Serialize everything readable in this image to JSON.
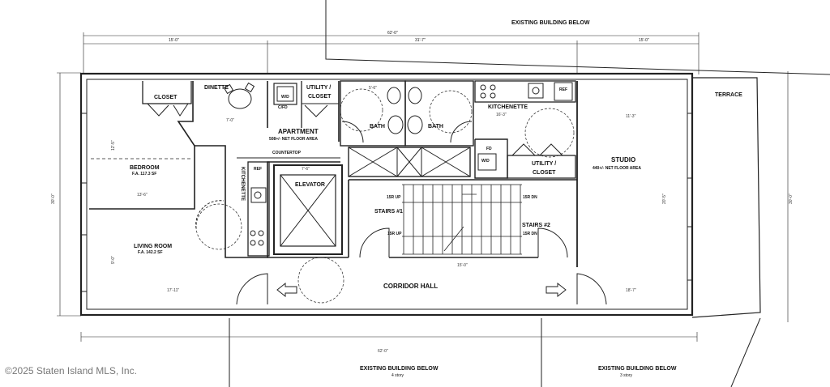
{
  "labels": {
    "existing_top": "EXISTING BUILDING BELOW",
    "existing_bottom_left": "EXISTING BUILDING BELOW",
    "existing_bottom_left_sub": "4 story",
    "existing_bottom_right": "EXISTING BUILDING BELOW",
    "existing_bottom_right_sub": "3 story",
    "terrace": "TERRACE",
    "closet": "CLOSET",
    "dinette": "DINETTE",
    "wd_left": "W/D",
    "cfd": "C/FD",
    "utility_closet_left_1": "UTILITY /",
    "utility_closet_left_2": "CLOSET",
    "apartment": "APARTMENT",
    "apartment_area": "508+/- NET FLOOR AREA",
    "bath_left": "BATH",
    "bath_right": "BATH",
    "kitchenette_right": "KITCHENETTE",
    "countertop": "COUNTERTOP",
    "kitchenette_left": "KITCHENETTE",
    "ref_left": "REF",
    "ref_right": "REF",
    "bedroom": "BEDROOM",
    "bedroom_area": "F.A. 117.3 SF",
    "elevator": "ELEVATOR",
    "stairs1": "STAIRS #1",
    "stairs2": "STAIRS #2",
    "up_a": "15R UP",
    "up_b": "15R UP",
    "dn_a": "15R DN",
    "dn_b": "15R DN",
    "fd": "FD",
    "wd_right": "W/D",
    "utility_closet_right_1": "UTILITY /",
    "utility_closet_right_2": "CLOSET",
    "studio": "STUDIO",
    "studio_area": "440+/- NET FLOOR AREA",
    "living_room": "LIVING ROOM",
    "living_area": "F.A. 142.2 SF",
    "corridor_hall": "CORRIDOR HALL",
    "copyright": "©2025 Staten Island MLS, Inc."
  },
  "dimensions": {
    "top_overall": "62'-0\"",
    "top_left": "15'-0\"",
    "top_middle": "31'-7\"",
    "top_right": "15'-0\"",
    "bottom_overall": "62'-0\"",
    "left_overall": "30'-0\"",
    "right_overall": "30'-0\"",
    "bedroom_w": "13'-6\"",
    "bedroom_h": "12'-5\"",
    "living_w": "17'-11\"",
    "living_h": "9'-0\"",
    "stairs_w": "15'-0\"",
    "studio_w": "11'-3\"",
    "studio_h": "20'-5\"",
    "corr_w": "18'-7\"",
    "elev_w": "7'-6\"",
    "bath_w": "5'-6\"",
    "kitch_w": "16'-3\"",
    "dinette_w": "7'-0\""
  }
}
